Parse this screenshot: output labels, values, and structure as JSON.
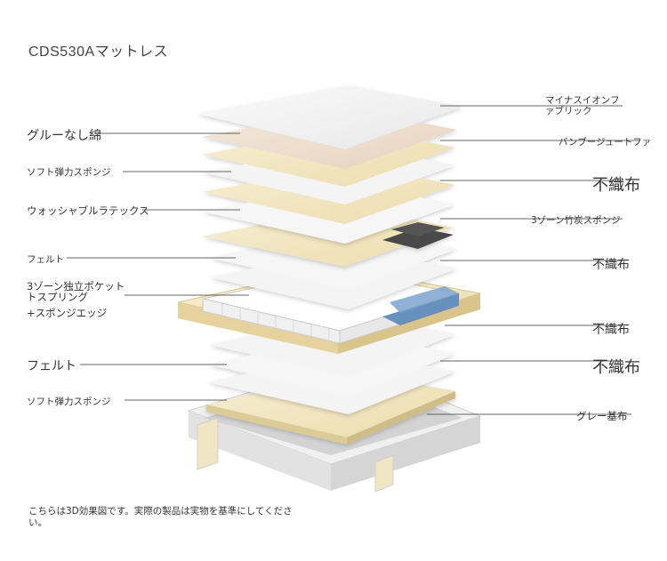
{
  "title": "CDS530Aマットレス",
  "left_labels": [
    "グルーなし綿",
    "ソフト弾力スポンジ",
    "ウォッシャブルラテックス",
    "フェルト",
    "3ゾーン独立ポケット",
    "トスプリング",
    "+スポンジエッジ",
    "フェルト",
    "ソフト弾力スポンジ"
  ],
  "right_labels": [
    "マイナスイオンフ",
    "ァブリック",
    "バンブージュートファ",
    "不織布",
    "3ゾーン竹炭スポンジ",
    "不織布",
    "不織布",
    "不織布",
    "グレー基布"
  ],
  "note": "こちらは3D効果図です。実際の製品は実物を基準にしてください。",
  "colors": {
    "white_layer": "#f2f2f2",
    "cream_layer": "#f3e8c6",
    "beige_layer": "#efe2d2",
    "charcoal": "#444444",
    "spring_blue": "#5a86b8",
    "leader_line": "#333333"
  }
}
